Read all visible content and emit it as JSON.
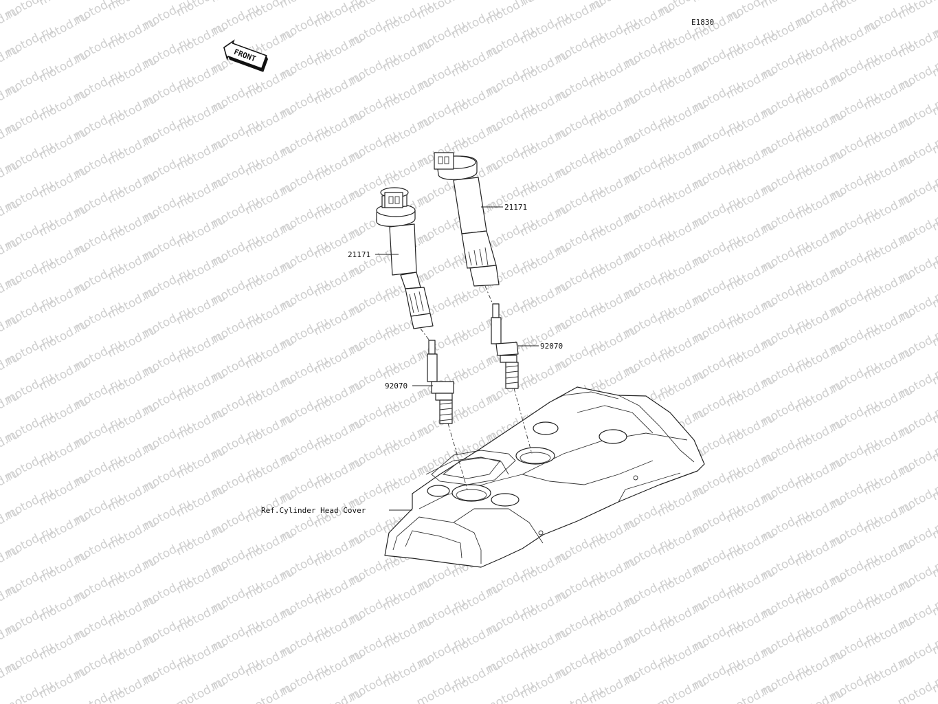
{
  "diagram_code": "E1830",
  "front_label": "FRONT",
  "watermark_text": "motod.ru",
  "labels": {
    "coil_left": "21171",
    "coil_right": "21171",
    "plug_left": "92070",
    "plug_right": "92070",
    "ref_cover": "Ref.Cylinder Head Cover"
  },
  "colors": {
    "line": "#222222",
    "watermark": "#cfcfcf",
    "background": "#ffffff"
  }
}
